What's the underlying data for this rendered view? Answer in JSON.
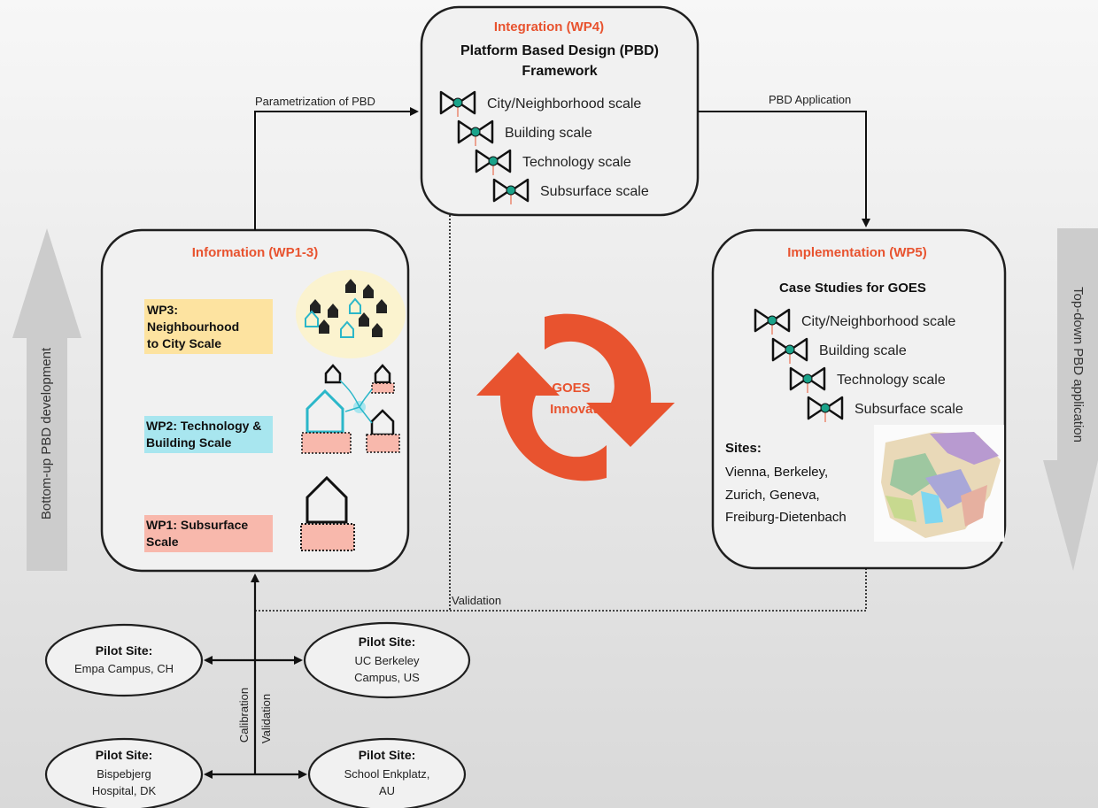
{
  "colors": {
    "accent": "#e8532f",
    "node": "#1aa38a",
    "wp3_fill": "#fde3a0",
    "wp2_fill": "#a8e6ef",
    "wp1_fill": "#f8b8ac",
    "side_arrow": "#cccccc"
  },
  "side_arrows": {
    "left": "Bottom-up PBD development",
    "right": "Top-down PBD application"
  },
  "integration": {
    "heading": "Integration (WP4)",
    "title_line1": "Platform Based Design (PBD)",
    "title_line2": "Framework",
    "scales": [
      "City/Neighborhood scale",
      "Building scale",
      "Technology scale",
      "Subsurface scale"
    ]
  },
  "information": {
    "heading": "Information (WP1-3)",
    "wp3": [
      "WP3:",
      "Neighbourhood",
      "to City Scale"
    ],
    "wp2": [
      "WP2: Technology &",
      "Building Scale"
    ],
    "wp1": [
      "WP1: Subsurface",
      "Scale"
    ]
  },
  "implementation": {
    "heading": "Implementation (WP5)",
    "title": "Case Studies for GOES",
    "scales": [
      "City/Neighborhood scale",
      "Building scale",
      "Technology scale",
      "Subsurface scale"
    ],
    "sites_label": "Sites:",
    "sites": [
      "Vienna, Berkeley,",
      "Zurich, Geneva,",
      "Freiburg-Dietenbach"
    ]
  },
  "cycle": {
    "line1": "GOES",
    "line2": "Innovation"
  },
  "arrow_labels": {
    "parametrization": "Parametrization of PBD",
    "application": "PBD Application",
    "validation": "Validation",
    "calibration": "Calibration",
    "validation_vertical": "Validation"
  },
  "pilot_sites": [
    {
      "title": "Pilot Site:",
      "lines": [
        "Empa Campus, CH"
      ]
    },
    {
      "title": "Pilot Site:",
      "lines": [
        "UC Berkeley",
        "Campus, US"
      ]
    },
    {
      "title": "Pilot Site:",
      "lines": [
        "Bispebjerg",
        "Hospital, DK"
      ]
    },
    {
      "title": "Pilot Site:",
      "lines": [
        "School Enkplatz,",
        "AU"
      ]
    }
  ]
}
